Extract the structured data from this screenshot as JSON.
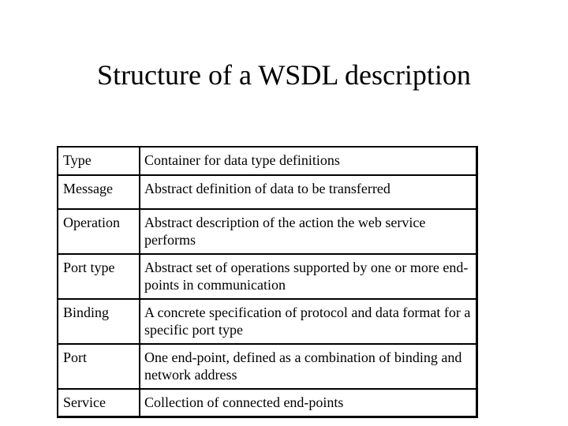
{
  "title": "Structure of a WSDL description",
  "rows": [
    {
      "term": "Type",
      "description": "Container for data type definitions"
    },
    {
      "term": "Message",
      "description": "Abstract definition of data to be transferred"
    },
    {
      "term": "Operation",
      "description": "Abstract description of the action the web service performs"
    },
    {
      "term": "Port type",
      "description": "Abstract set of operations supported by one or more end-points in communication"
    },
    {
      "term": "Binding",
      "description": "A concrete specification of protocol and data format for a specific port type"
    },
    {
      "term": "Port",
      "description": "One end-point, defined as a combination of binding and network address"
    },
    {
      "term": "Service",
      "description": "Collection of connected end-points"
    }
  ]
}
